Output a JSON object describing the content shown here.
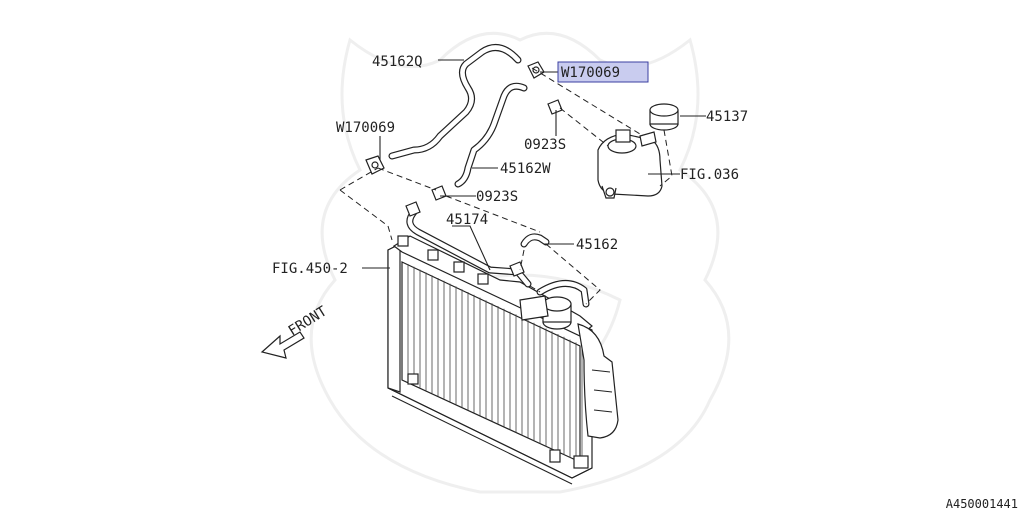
{
  "diagram": {
    "labels": {
      "hose_upper": "45162Q",
      "clamp_highlight": "W170069",
      "clamp_left": "W170069",
      "cap": "45137",
      "clip_upper": "0923S",
      "hose_middle": "45162W",
      "clip_lower": "0923S",
      "fig_tank": "FIG.036",
      "pipe": "45174",
      "hose_small": "45162",
      "fig_radiator": "FIG.450-2",
      "front": "FRONT"
    },
    "diagram_code": "A450001441"
  }
}
